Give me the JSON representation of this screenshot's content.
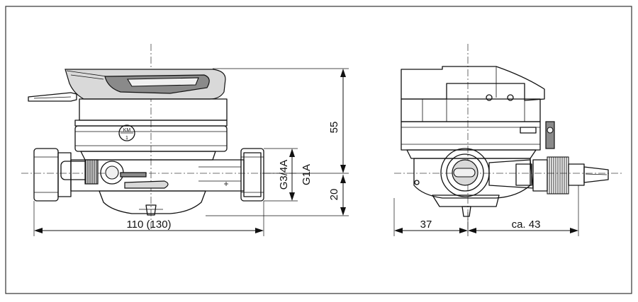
{
  "dimensions": {
    "height_upper": "55",
    "height_lower": "20",
    "thread_a": "G3/4A",
    "thread_b": "G1A",
    "length": "110 (130)",
    "depth_front": "37",
    "depth_rear": "ca. 43"
  },
  "badge": {
    "top": "KM",
    "bottom": "1"
  },
  "colors": {
    "line": "#111111",
    "body_fill": "#d9d9d9",
    "dark_fill": "#8a8a8a",
    "light_fill": "#f0f0f0"
  }
}
